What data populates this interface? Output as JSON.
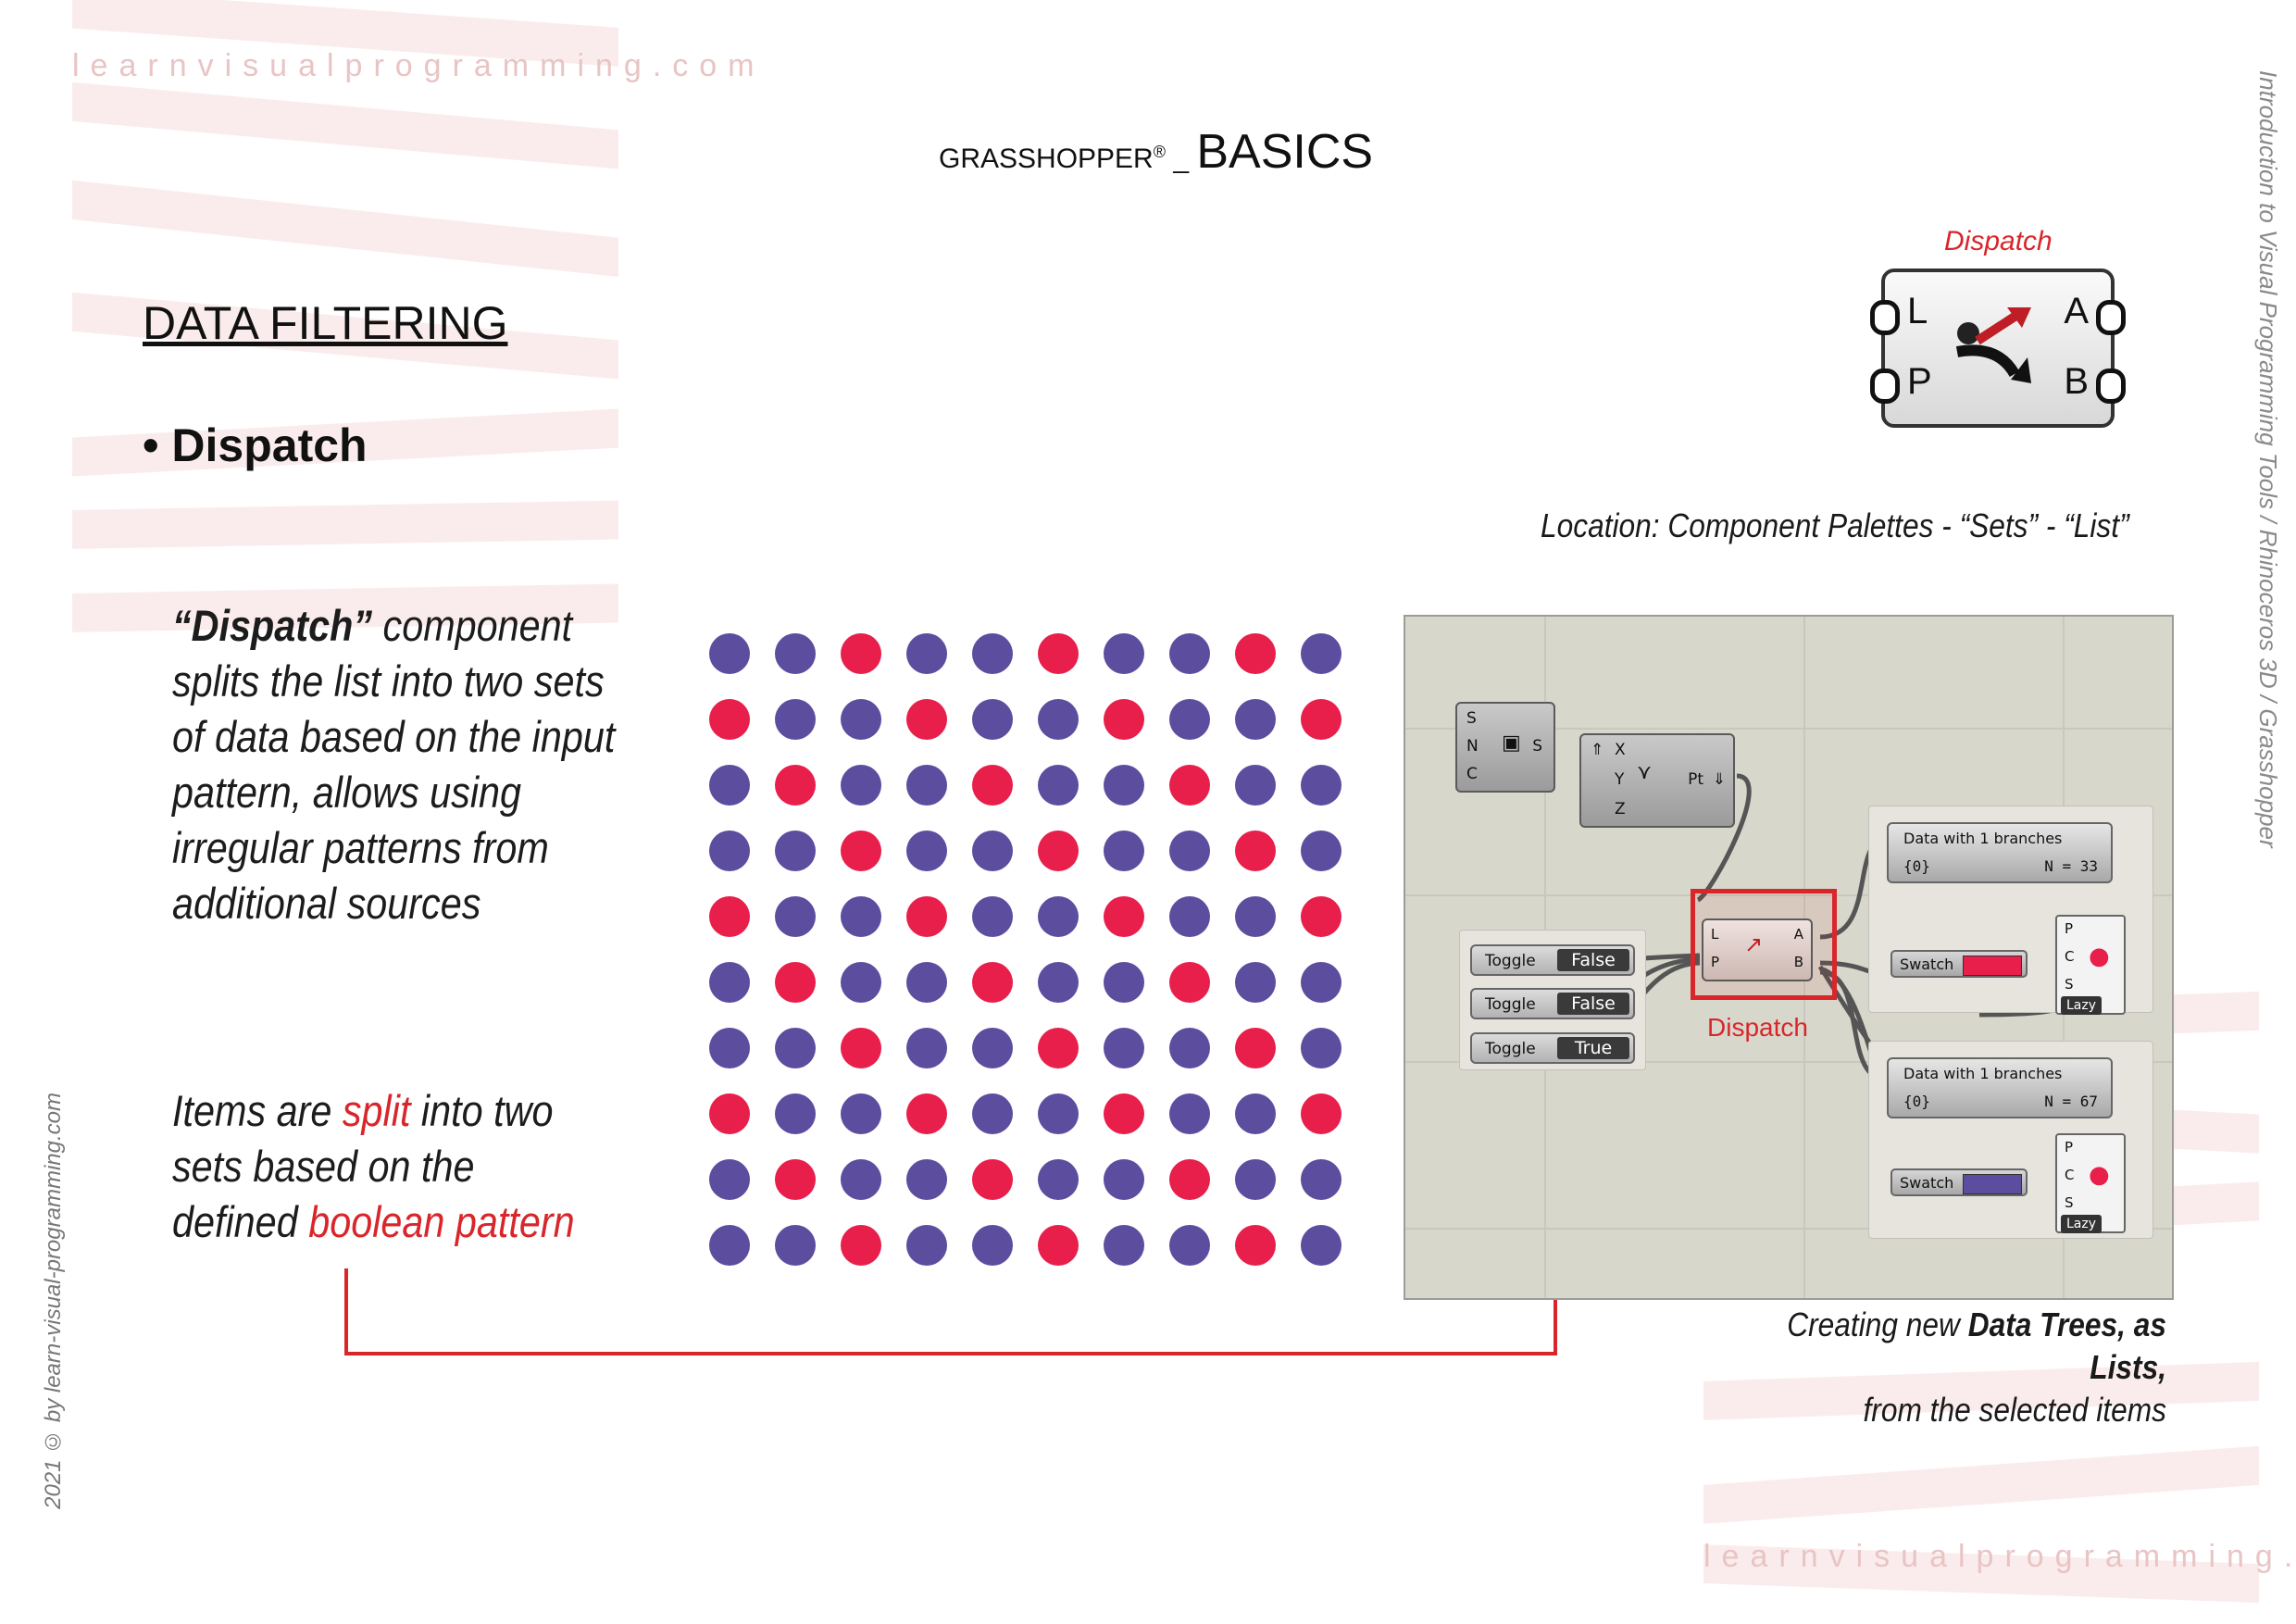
{
  "watermark": {
    "top": "learnvisualprogramming.com",
    "bottom": "learnvisualprogramming.com"
  },
  "header": {
    "prefix": "GRASSHOPPER",
    "registered": "®",
    "separator": " _ ",
    "title": "BASICS"
  },
  "section_title": "DATA FILTERING",
  "bullet": {
    "symbol": "•",
    "label": "Dispatch"
  },
  "description": {
    "quoted": "“Dispatch”",
    "line1_rest": " component",
    "line2": "splits the list into two sets",
    "line3": "of data based on the input",
    "line4": "pattern, allows using",
    "line5": "irregular patterns from",
    "line6": "additional sources"
  },
  "items_text": {
    "l1_a": "Items are ",
    "l1_red": "split",
    "l1_b": " into two",
    "l2": "sets based on the",
    "l3_a": "defined ",
    "l3_red": "boolean pattern"
  },
  "icon": {
    "label": "Dispatch",
    "input_l": "L",
    "input_p": "P",
    "output_a": "A",
    "output_b": "B"
  },
  "location": "Location: Component Palettes - “Sets”  -  “List”",
  "dot_grid": {
    "colors": {
      "purple": "#5c4d9f",
      "red": "#e81e4b"
    },
    "rows": [
      "PPRPPRPPRP",
      "RPPRPPRPPR",
      "PRPPRPPRPP",
      "PPRPPRPPRP",
      "RPPRPPRPPR",
      "PRPPRPPRPP",
      "PPRPPRPPRP",
      "RPPRPPRPPR",
      "PRPPRPPRPP",
      "PPRPPRPPRP"
    ]
  },
  "gh": {
    "series": {
      "s": "S",
      "n": "N",
      "c": "C",
      "out": "S"
    },
    "point": {
      "x": "X",
      "y": "Y",
      "z": "Z",
      "out": "Pt"
    },
    "toggles": [
      {
        "label": "Toggle",
        "value": "False"
      },
      {
        "label": "Toggle",
        "value": "False"
      },
      {
        "label": "Toggle",
        "value": "True"
      }
    ],
    "dispatch": {
      "l": "L",
      "p": "P",
      "a": "A",
      "b": "B",
      "caption": "Dispatch"
    },
    "panel_a": {
      "title": "Data with 1 branches",
      "path": "{0}",
      "count": "N = 33"
    },
    "panel_b": {
      "title": "Data with 1 branches",
      "path": "{0}",
      "count": "N = 67"
    },
    "swatch_a": {
      "label": "Swatch",
      "color": "#e81e4b"
    },
    "swatch_b": {
      "label": "Swatch",
      "color": "#5c4d9f"
    },
    "preview": {
      "p": "P",
      "c": "C",
      "s": "S",
      "lazy": "Lazy"
    }
  },
  "caption": {
    "l1_a": "Creating new ",
    "l1_bold": "Data Trees, as Lists,",
    "l2": "from the selected items"
  },
  "side_title": "Introduction to Visual Programming Tools / Rhinoceros 3D / Grasshopper",
  "copyright": "2021 © by learn-visual-programming.com",
  "accent_color": "#d8262b"
}
